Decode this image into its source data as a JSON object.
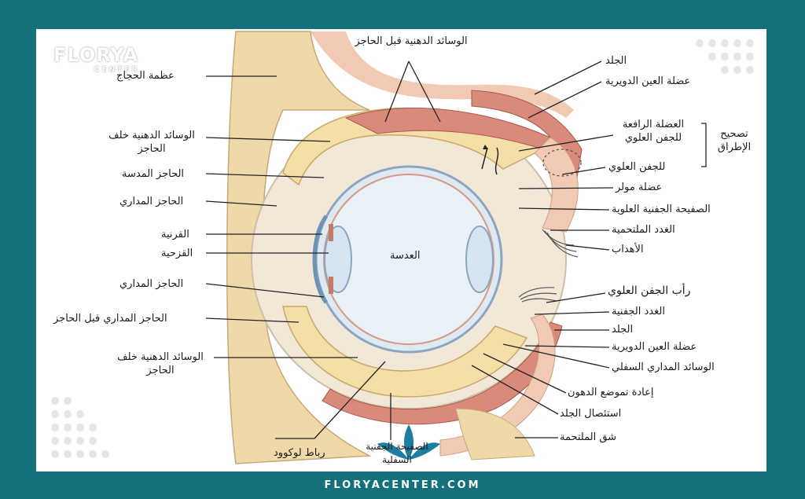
{
  "brand": {
    "logo_text": "FLORYA",
    "logo_sub": "CENTER",
    "footer": "FLORYACENTER.COM"
  },
  "colors": {
    "frame": "#14707a",
    "bone": "#f0d9a8",
    "fat": "#f5dfa8",
    "muscle": "#d98a7a",
    "skin": "#f2c9b3",
    "eyeball": "#dfe9f2"
  },
  "labels": {
    "top_fat": "الوسائد الدهنية قبل الحاجز",
    "frontal_bone": "عظمة الحجاج",
    "post_fat": "الوسائد الدهنية خلف الحاجز",
    "mad_septum": "الحاجز المدسة",
    "orbital_septum_top": "الحاجز المداري",
    "cornea": "القرنية",
    "iris": "القزحية",
    "orbital_septum_bottom": "الحاجز المداري",
    "preseptal_orbital": "الحاجز المداري قبل الحاجز",
    "post_fat_bottom": "الوسائد الدهنية خلف الحاجز",
    "lockwood": "رباط لوكوود",
    "tarsal_plate_lower": "الصفيحة الجفنية السفلية",
    "lens": "العدسة",
    "skin_top": "الجلد",
    "orbicularis_top": "عضلة العين الدويرية",
    "levator": "العضلة الرافعة للجفن العلوي",
    "ptosis_correction": "تصحيح الإطراق",
    "upper_lid": "للجفن العلوي",
    "muller": "عضلة مولر",
    "tarsal_plate_upper": "الصفيحة الجفنية العلوية",
    "conj_glands": "الغدد الملتحمية",
    "lashes": "الأهداب",
    "upper_lid_head": "رأب الجفن العلوي",
    "tarsal_glands": "الغدد الجفنية",
    "skin_bottom": "الجلد",
    "orbicularis_bottom": "عضلة العين الدويرية",
    "lower_orbital_fat": "الوسائد المداري السفلي",
    "fat_repositioning": "إعادة تموضع الدهون",
    "skin_excision": "استئصال الجلد",
    "conj_incision": "شق الملتحمة"
  }
}
